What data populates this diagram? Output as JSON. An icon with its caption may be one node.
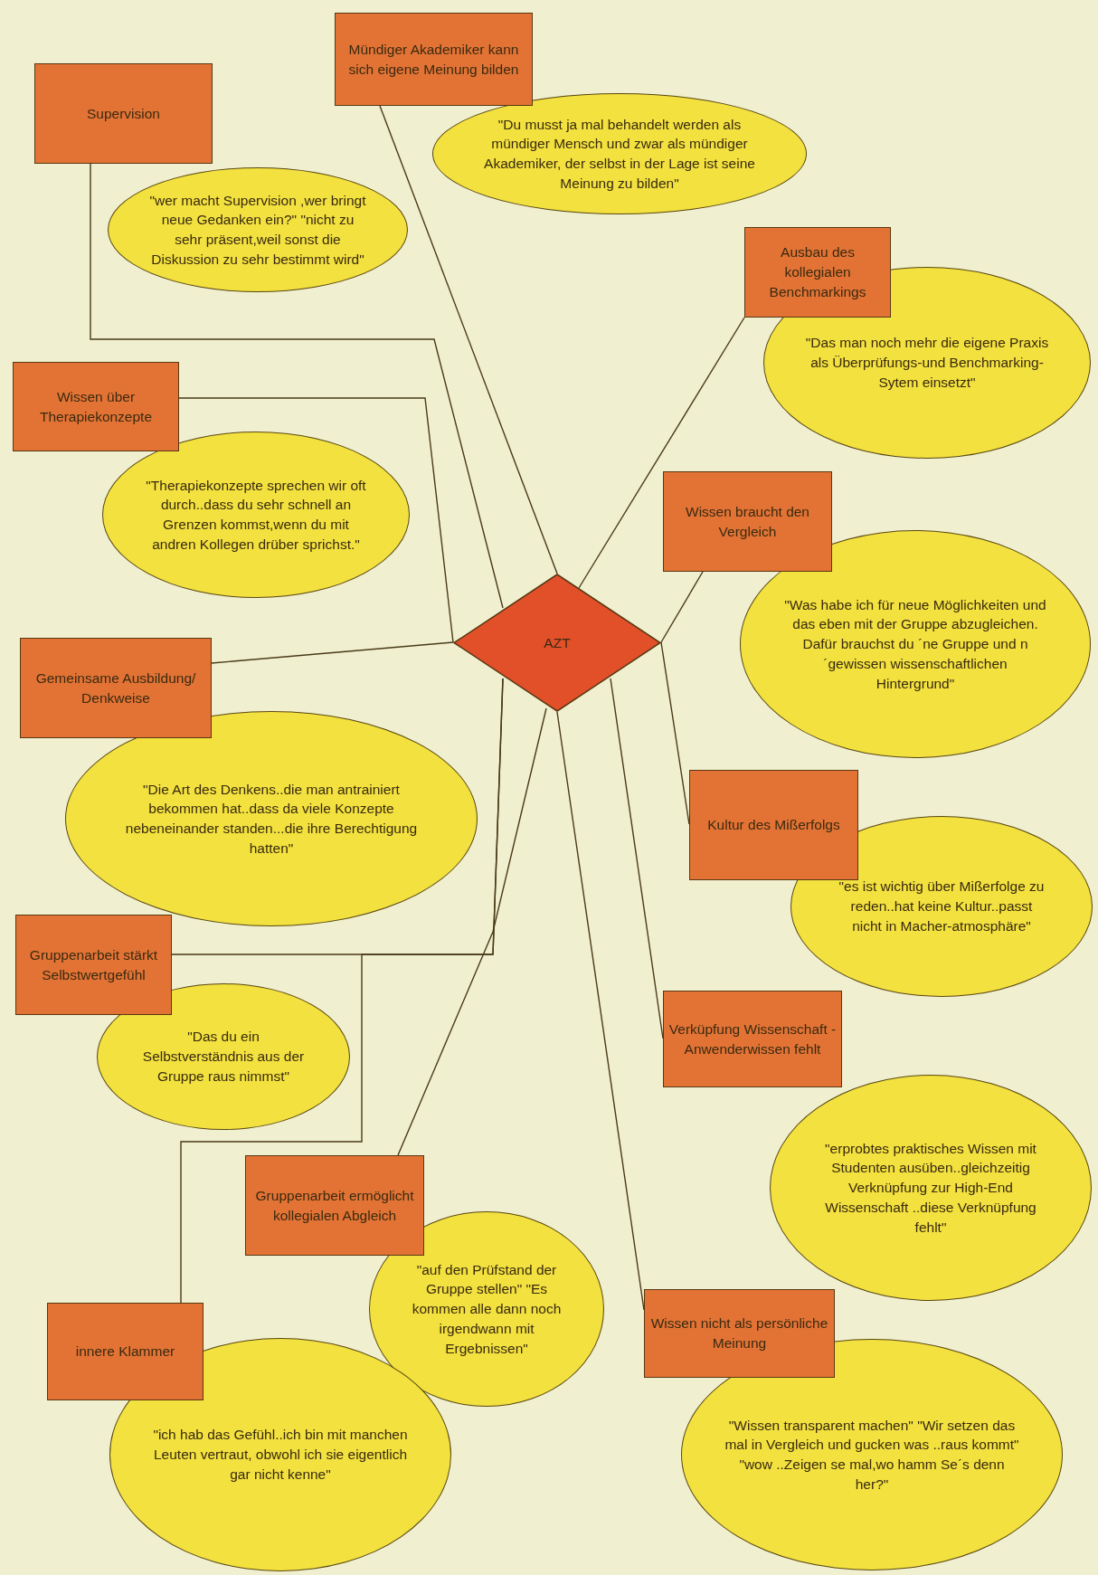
{
  "diagram": {
    "nodes": [
      {
        "text": [
          "Mündiger Akademiker kann sich eigene Meinung bilden"
        ]
      },
      {
        "text": [
          "\"Du musst ja mal behandelt werden als mündiger Mensch und zwar als mündiger Akademiker, der selbst in der Lage ist seine Meinung zu bilden\""
        ]
      },
      {
        "text": [
          "Supervision"
        ]
      },
      {
        "text": [
          "\"wer macht Supervision ,wer bringt neue Gedanken ein?\" \"nicht zu sehr präsent,weil sonst die Diskussion zu sehr bestimmt wird\""
        ]
      },
      {
        "text": [
          "Ausbau des kollegialen Benchmarkings"
        ]
      },
      {
        "text": [
          "\"Das man noch mehr die eigene Praxis als Überprüfungs-und Benchmarking-Sytem einsetzt\""
        ]
      },
      {
        "text": [
          "Wissen über Therapiekonzepte"
        ]
      },
      {
        "text": [
          "\"Therapiekonzepte sprechen wir oft durch..dass du sehr schnell an Grenzen kommst,wenn du mit andren Kollegen drüber sprichst.\""
        ]
      },
      {
        "text": [
          "Wissen braucht den Vergleich"
        ]
      },
      {
        "text": [
          "\"Was habe ich für neue Möglichkeiten und das eben mit der Gruppe abzugleichen. Dafür brauchst du ´ne Gruppe und n´gewissen wissenschaftlichen Hintergrund\""
        ]
      },
      {
        "text": [
          "AZT"
        ]
      },
      {
        "text": [
          "Gemeinsame Ausbildung/ Denkweise"
        ]
      },
      {
        "text": [
          "\"Die Art des Denkens..die man antrainiert bekommen hat..dass da viele Konzepte nebeneinander standen...die ihre Berechtigung hatten\""
        ]
      },
      {
        "text": [
          "Kultur des Mißerfolgs"
        ]
      },
      {
        "text": [
          "\"es ist wichtig über Mißerfolge zu reden..hat keine Kultur..passt nicht in Macher-atmosphäre\""
        ]
      },
      {
        "text": [
          "Gruppenarbeit stärkt Selbstwertgefühl"
        ]
      },
      {
        "text": [
          "\"Das du ein Selbstverständnis aus der Gruppe raus nimmst\""
        ]
      },
      {
        "text": [
          "Verküpfung Wissenschaft - Anwenderwissen fehlt"
        ]
      },
      {
        "text": [
          "\"erprobtes praktisches Wissen mit Studenten ausüben..gleichzeitig Verknüpfung zur High-End Wissenschaft ..diese Verknüpfung fehlt\""
        ]
      },
      {
        "text": [
          "Gruppenarbeit ermöglicht kollegialen Abgleich"
        ]
      },
      {
        "text": [
          "\"auf den Prüfstand der Gruppe stellen\" \"Es kommen alle dann noch irgendwann mit Ergebnissen\""
        ]
      },
      {
        "text": [
          "Wissen nicht als persönliche Meinung"
        ]
      },
      {
        "text": [
          "\"Wissen transparent machen\" \"Wir setzen das mal in Vergleich und gucken was ..raus kommt\" \"wow ..Zeigen se mal,wo hamm Se´s denn her?\""
        ]
      },
      {
        "text": [
          "innere Klammer"
        ]
      },
      {
        "text": [
          "\"ich hab das Gefühl..ich bin mit manchen Leuten vertraut, obwohl ich sie eigentlich gar nicht kenne\""
        ]
      }
    ],
    "edges": [
      {
        "from": 10,
        "to": 0,
        "arrow": "none"
      },
      {
        "from": 10,
        "to": 2,
        "arrow": "none"
      },
      {
        "from": 10,
        "to": 4,
        "arrow": "none"
      },
      {
        "from": 10,
        "to": 6,
        "arrow": "none"
      },
      {
        "from": 10,
        "to": 8,
        "arrow": "none"
      },
      {
        "from": 10,
        "to": 11,
        "arrow": "none"
      },
      {
        "from": 10,
        "to": 13,
        "arrow": "none"
      },
      {
        "from": 10,
        "to": 15,
        "arrow": "none"
      },
      {
        "from": 10,
        "to": 17,
        "arrow": "none"
      },
      {
        "from": 10,
        "to": 19,
        "arrow": "none"
      },
      {
        "from": 10,
        "to": 21,
        "arrow": "none"
      },
      {
        "from": 10,
        "to": 23,
        "arrow": "none"
      }
    ]
  }
}
